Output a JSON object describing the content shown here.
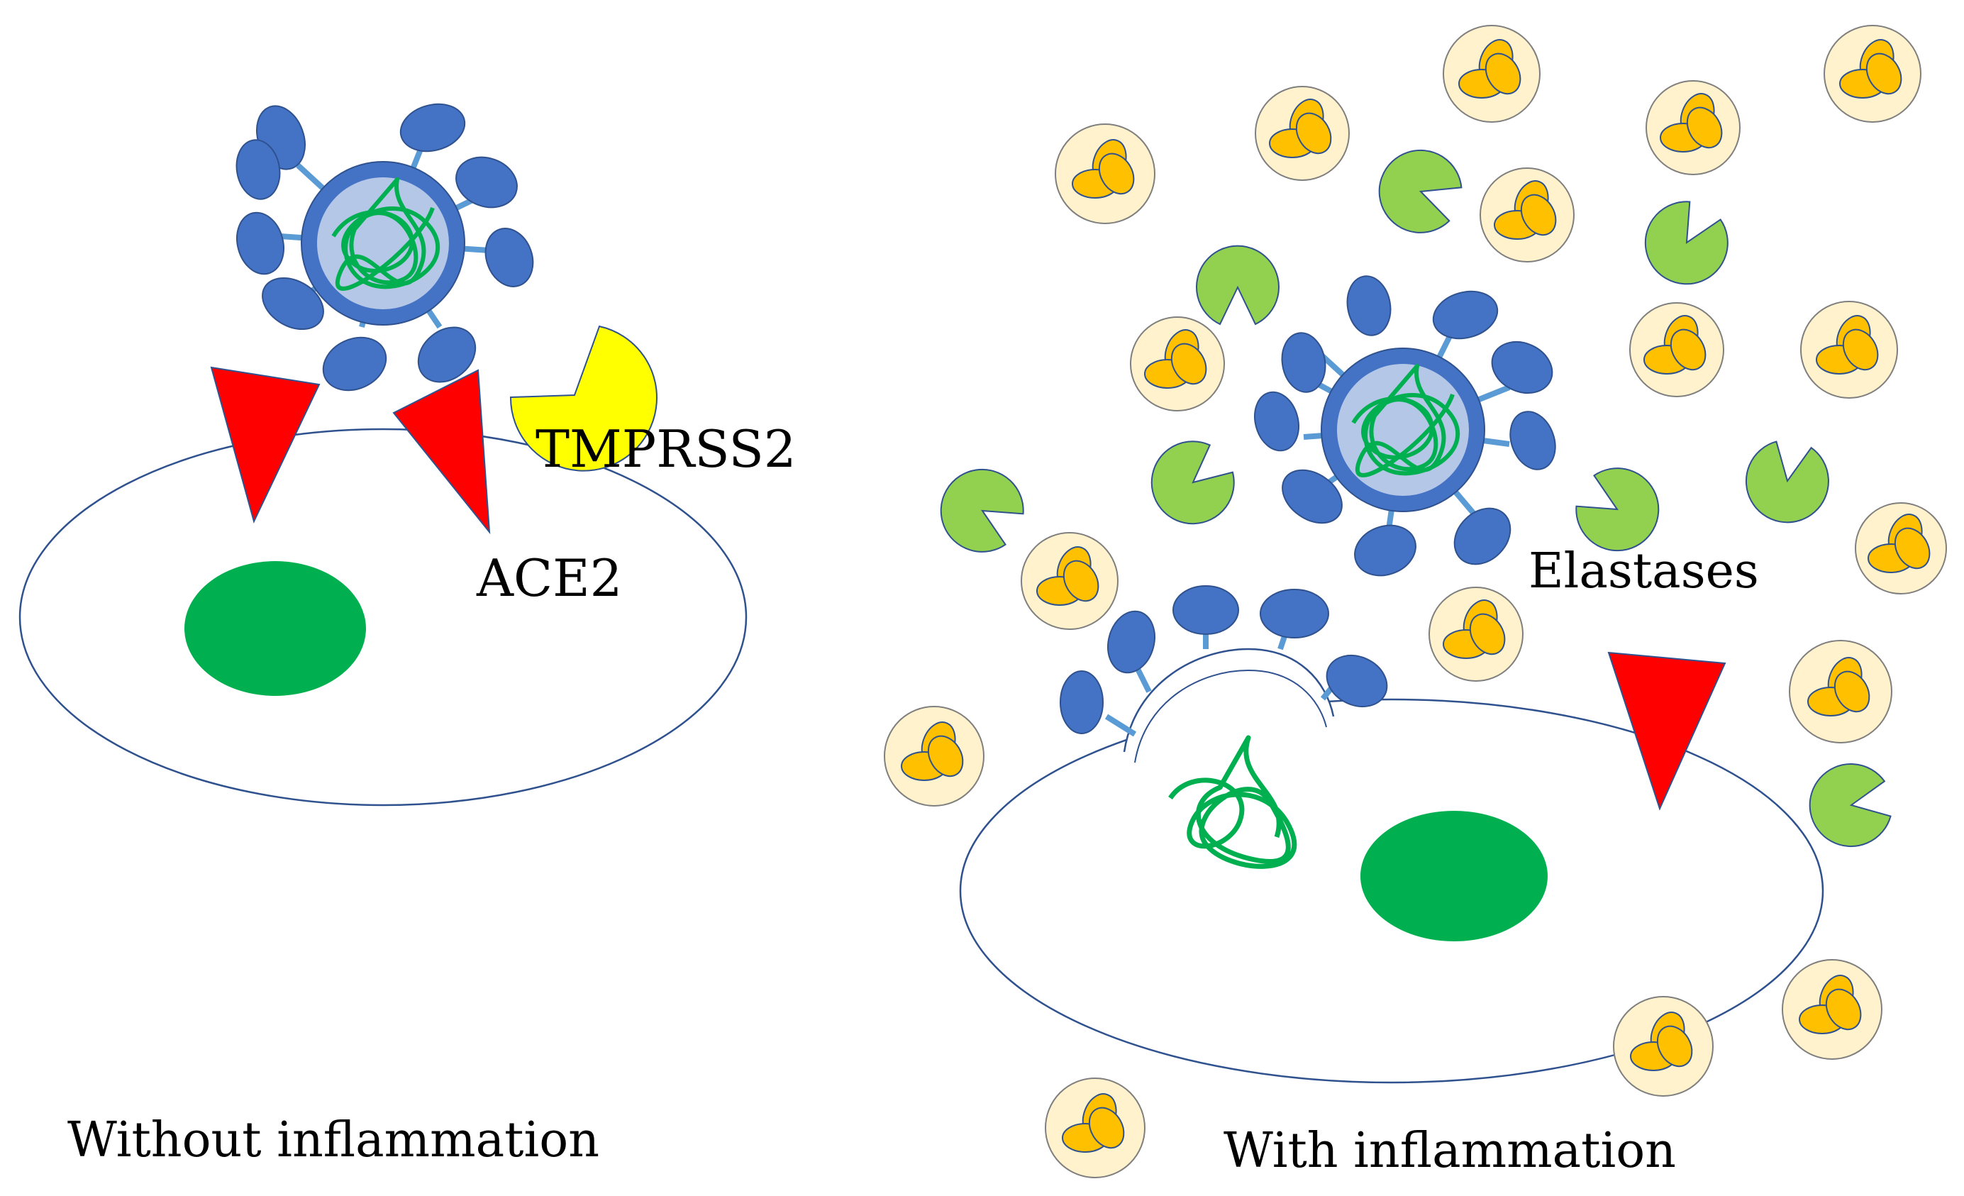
{
  "labels": {
    "tmprss2": "TMPRSS2",
    "ace2": "ACE2",
    "elastases": "Elastases",
    "left_caption": "Without inflammation",
    "right_caption": "With inflammation"
  },
  "colors": {
    "spike": "#4472c4",
    "spike_outline": "#2f528f",
    "stalk": "#5b9bd5",
    "virus_core": "#b4c7e7",
    "rna": "#00b050",
    "nucleus": "#00b050",
    "ace2": "#ff0000",
    "tmprss2": "#ffff00",
    "elastase": "#92d050",
    "neutrophil_fill": "#fff2cc",
    "neutrophil_lobe": "#ffc000",
    "cell_outline": "#2f528f"
  }
}
